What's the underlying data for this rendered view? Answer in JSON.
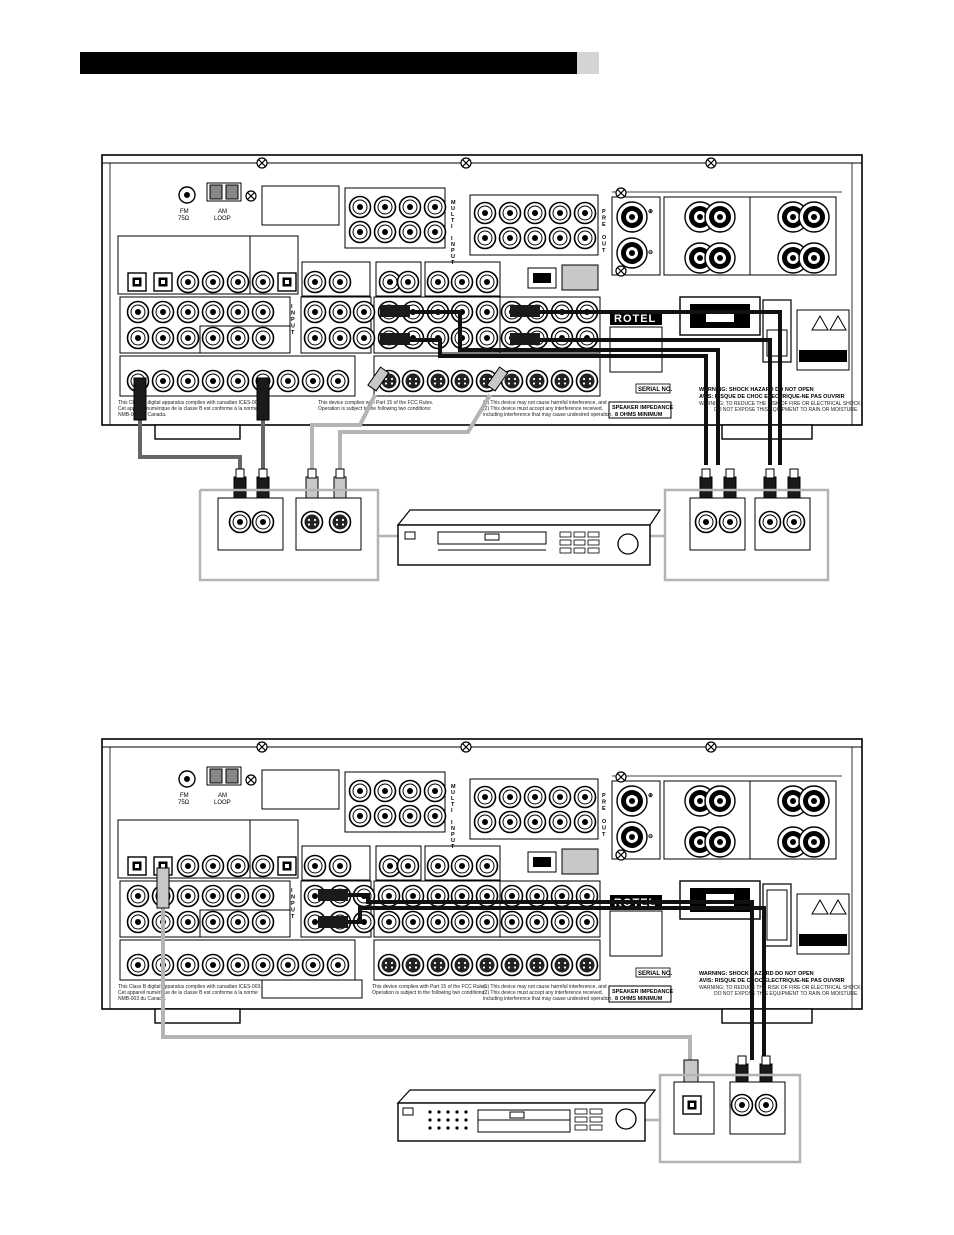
{
  "panel": {
    "fm_label": "FM\n75Ω",
    "am_label": "AM\nLOOP",
    "multi_input_letters": [
      "M",
      "U",
      "L",
      "T",
      "I",
      "",
      "I",
      "N",
      "P",
      "U",
      "T"
    ],
    "input_letters": [
      "I",
      "N",
      "P",
      "U",
      "T"
    ],
    "pre_out_letters": [
      "P",
      "R",
      "E",
      "",
      "O",
      "U",
      "T"
    ],
    "brand": "ROTEL",
    "serial_label": "SERIAL NO.",
    "impedance_line1": "SPEAKER IMPEDANCE",
    "impedance_line2": "8 OHMS MINIMUM",
    "warning_line1": "WARNING: SHOCK HAZARD DO NOT OPEN",
    "warning_line2": "AVIS: RISQUE DE CHOC ELECTRIQUE-NE PAS OUVRIR",
    "warning_line3": "WARNING: TO REDUCE THE RISK OF FIRE OR ELECTRICAL SHOCK,",
    "warning_line4": "DO NOT EXPOSE THIS EQUIPMENT TO RAIN OR MOISTURE.",
    "class_b_1": "This Class B digital apparatus complies with canadian ICES-003.",
    "class_b_2": "Cet appareil numérique de la classe B est conforme à la norme",
    "class_b_3": "NMB-003 du Canada.",
    "fcc_1": "This device complies with Part 15 of the FCC Rules.",
    "fcc_2": "Operation is subject to the following two conditions:",
    "fcc_3": "(1) This device may not cause harmful interference, and",
    "fcc_4": "(2) This device must accept any interference received,",
    "fcc_5": "including interference that may cause undesired operation."
  },
  "colors": {
    "ink": "#000000",
    "cable_light": "#b4b4b4",
    "cable_dark": "#1a1a1a",
    "panel_line": "#000000",
    "header_bar": "#000000",
    "header_tab": "#d4d4d4"
  }
}
